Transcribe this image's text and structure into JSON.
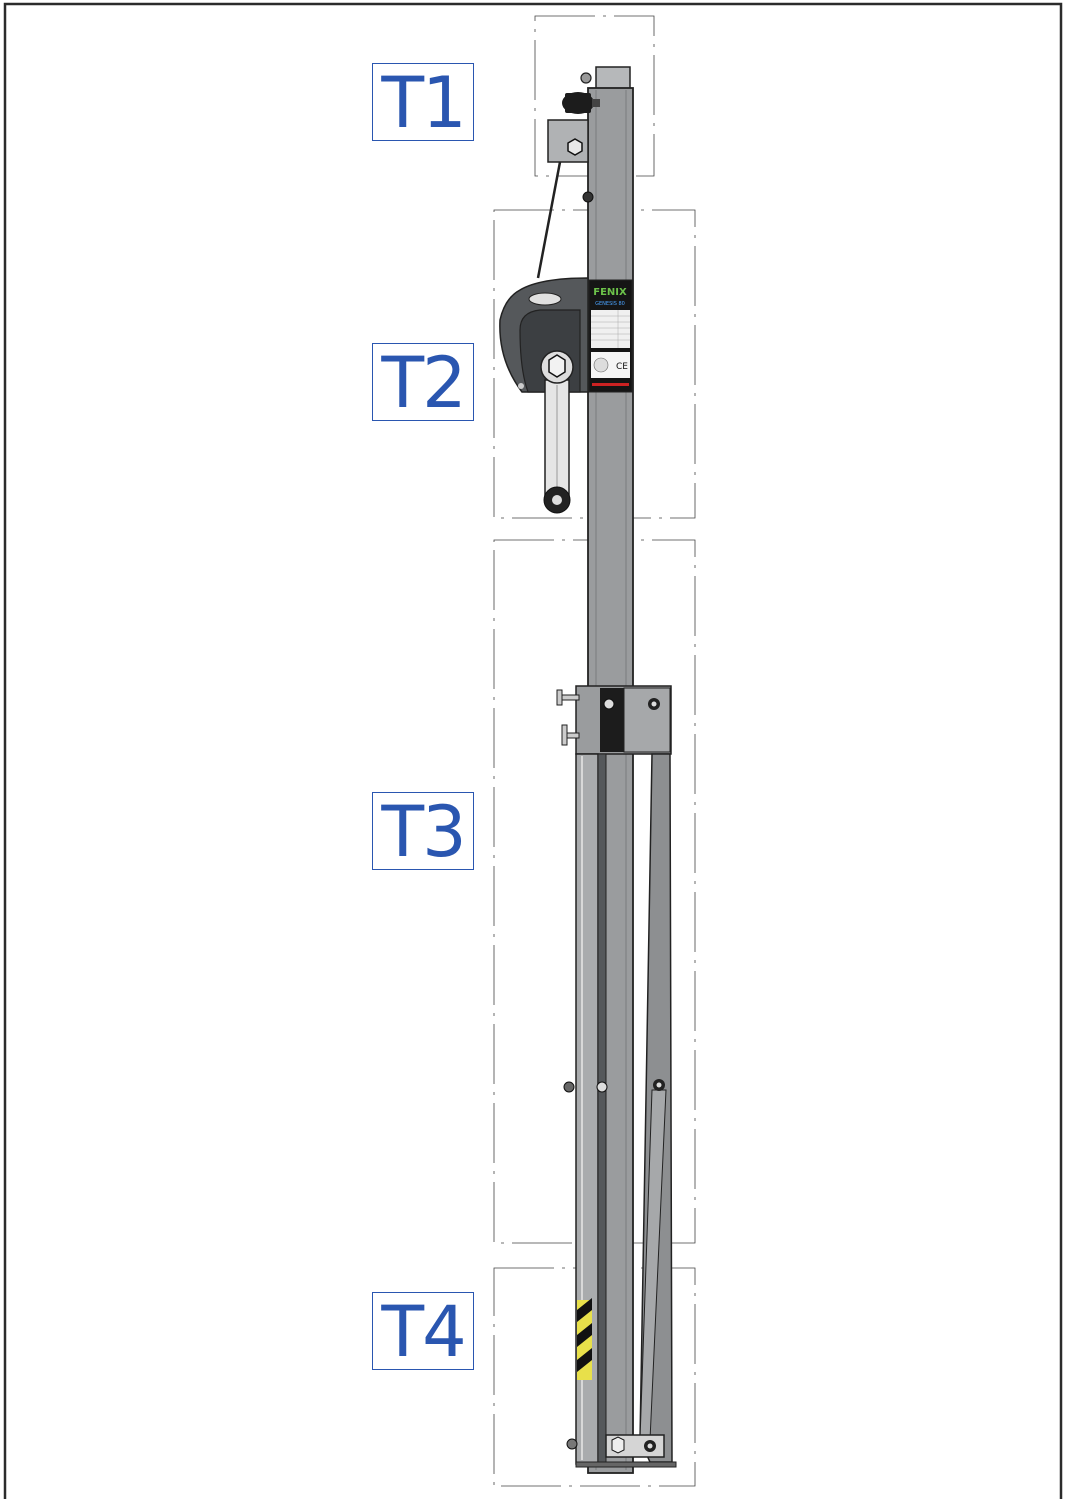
{
  "sections": [
    {
      "id": "t1",
      "label": "T1"
    },
    {
      "id": "t2",
      "label": "T2"
    },
    {
      "id": "t3",
      "label": "T3"
    },
    {
      "id": "t4",
      "label": "T4"
    }
  ],
  "plate": {
    "brand": "FENIX",
    "model": "GENESIS 80",
    "ce_mark": "CE"
  },
  "colors": {
    "label_blue": "#2a56b0",
    "mast_grey": "#9a9c9e",
    "dark_grey": "#55585b",
    "winch_dark": "#3c3f42",
    "brand_green": "#6cc24a",
    "plate_black": "#151515",
    "hazard_yellow": "#e8e04a"
  }
}
